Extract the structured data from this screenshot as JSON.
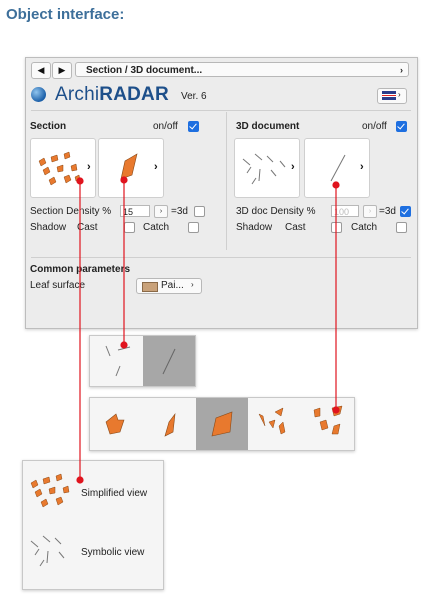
{
  "heading": "Object interface:",
  "nav": {
    "back": "◀",
    "forward": "▶",
    "breadcrumb": "Section / 3D document...",
    "breadcrumb_arrow": "›"
  },
  "app": {
    "logo_prefix": "Archi",
    "logo_suffix": "RADAR",
    "version": "Ver. 6",
    "flag_arrow": "›"
  },
  "section": {
    "title": "Section",
    "onoff_label": "on/off",
    "onoff_checked": true,
    "tile_arrow": "›",
    "density_label": "Section Density %",
    "density_value": "15",
    "density_arrow": "›",
    "eq3d_label": "=3d",
    "eq3d_checked": false,
    "shadow_label": "Shadow",
    "cast_label": "Cast",
    "catch_label": "Catch"
  },
  "doc3d": {
    "title": "3D document",
    "onoff_label": "on/off",
    "onoff_checked": true,
    "tile_arrow": "›",
    "density_label": "3D doc Density %",
    "density_value": "100",
    "density_arrow": "›",
    "eq3d_label": "=3d",
    "eq3d_checked": true,
    "shadow_label": "Shadow",
    "cast_label": "Cast",
    "catch_label": "Catch"
  },
  "common": {
    "title": "Common parameters",
    "leaf_label": "Leaf surface",
    "leaf_value": "Pai...",
    "leaf_arrow": "›"
  },
  "view_popup": {
    "simplified": "Simplified view",
    "symbolic": "Symbolic view"
  },
  "colors": {
    "accent_orange": "#e8792e",
    "connector_red": "#e0141e",
    "heading_blue": "#3d6f9a",
    "checkbox_blue": "#1e6fe0"
  }
}
